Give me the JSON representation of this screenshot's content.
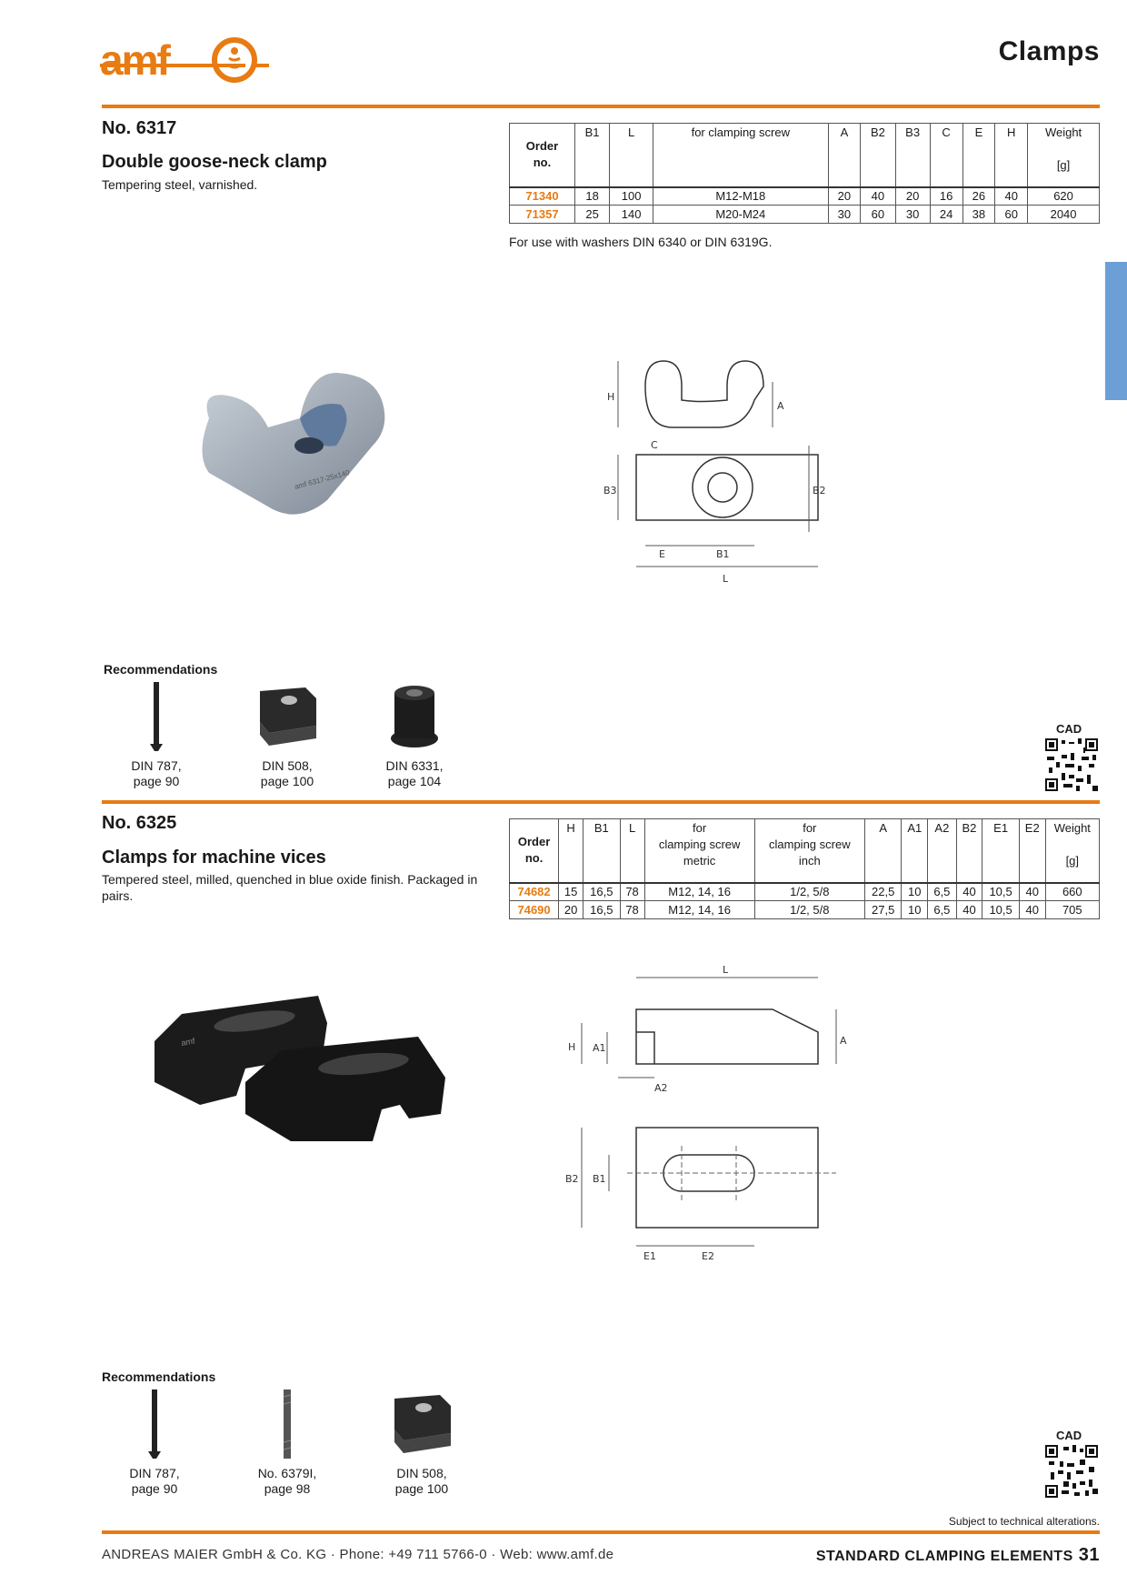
{
  "header": {
    "title": "Clamps",
    "logo_text": "amf"
  },
  "product1": {
    "number": "No. 6317",
    "name": "Double goose-neck clamp",
    "description": "Tempering steel, varnished.",
    "table": {
      "headers": [
        "Order\nno.",
        "B1",
        "L",
        "for clamping screw",
        "A",
        "B2",
        "B3",
        "C",
        "E",
        "H",
        "Weight\n\n[g]"
      ],
      "rows": [
        [
          "71340",
          "18",
          "100",
          "M12-M18",
          "20",
          "40",
          "20",
          "16",
          "26",
          "40",
          "620"
        ],
        [
          "71357",
          "25",
          "140",
          "M20-M24",
          "30",
          "60",
          "30",
          "24",
          "38",
          "60",
          "2040"
        ]
      ]
    },
    "note": "For use with washers DIN 6340 or DIN 6319G.",
    "drawing_labels": {
      "h": "H",
      "a": "A",
      "c": "C",
      "b3": "B3",
      "b2": "B2",
      "e": "E",
      "b1": "B1",
      "l": "L"
    },
    "recommendations_title": "Recommendations",
    "recommendations": [
      {
        "line1": "DIN 787,",
        "line2": "page 90"
      },
      {
        "line1": "DIN 508,",
        "line2": "page 100"
      },
      {
        "line1": "DIN 6331,",
        "line2": "page 104"
      }
    ],
    "cad_label": "CAD"
  },
  "product2": {
    "number": "No. 6325",
    "name": "Clamps for machine vices",
    "description": "Tempered steel, milled, quenched in blue oxide finish. Packaged in pairs.",
    "table": {
      "headers": [
        "Order\nno.",
        "H",
        "B1",
        "L",
        "for\nclamping screw\nmetric",
        "for\nclamping screw\ninch",
        "A",
        "A1",
        "A2",
        "B2",
        "E1",
        "E2",
        "Weight\n\n[g]"
      ],
      "rows": [
        [
          "74682",
          "15",
          "16,5",
          "78",
          "M12, 14, 16",
          "1/2, 5/8",
          "22,5",
          "10",
          "6,5",
          "40",
          "10,5",
          "40",
          "660"
        ],
        [
          "74690",
          "20",
          "16,5",
          "78",
          "M12, 14, 16",
          "1/2, 5/8",
          "27,5",
          "10",
          "6,5",
          "40",
          "10,5",
          "40",
          "705"
        ]
      ]
    },
    "drawing_labels": {
      "l": "L",
      "h": "H",
      "a1": "A1",
      "a": "A",
      "a2": "A2",
      "b2": "B2",
      "b1": "B1",
      "e1": "E1",
      "e2": "E2"
    },
    "recommendations_title": "Recommendations",
    "recommendations": [
      {
        "line1": "DIN 787,",
        "line2": "page 90"
      },
      {
        "line1": "No. 6379I,",
        "line2": "page 98"
      },
      {
        "line1": "DIN 508,",
        "line2": "page 100"
      }
    ],
    "cad_label": "CAD"
  },
  "footer": {
    "subject": "Subject to technical alterations.",
    "company": "ANDREAS MAIER GmbH & Co. KG · Phone: +49 711 5766-0 · Web: www.amf.de",
    "section": "STANDARD CLAMPING ELEMENTS",
    "page": "31"
  },
  "colors": {
    "accent": "#e87b12",
    "tab": "#6b9fd6"
  }
}
